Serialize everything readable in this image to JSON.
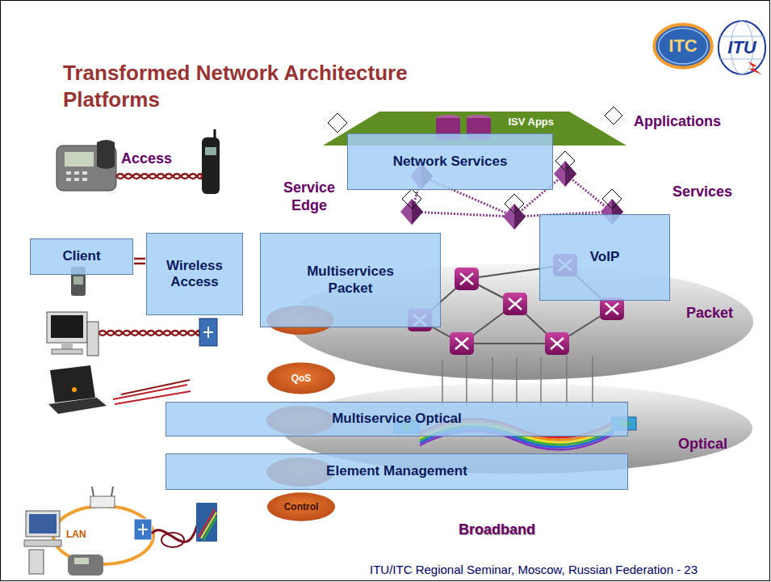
{
  "diagram": {
    "title": "Transformed Network Architecture Platforms",
    "nodes": [
      {
        "text": [
          "ITC"
        ]
      },
      {
        "text": [
          "ITU"
        ]
      },
      {
        "text": [
          "ISV Apps"
        ]
      },
      {
        "text": [
          "Network Services"
        ]
      },
      {
        "text": [
          "Client"
        ]
      },
      {
        "text": [
          "Wireless Access"
        ]
      },
      {
        "text": [
          "Multiservices Packet"
        ]
      },
      {
        "text": [
          "VoIP"
        ]
      },
      {
        "text": [
          "QoS"
        ]
      },
      {
        "text": [
          "Multiservice Optical"
        ]
      },
      {
        "text": [
          "Element Management"
        ]
      },
      {
        "text": [
          "Control"
        ]
      }
    ],
    "labels": [
      "Applications",
      "Access",
      "Service Edge",
      "Services",
      "Packet",
      "Optical",
      "LAN",
      "Broadband",
      "ITU/ITC Regional Seminar, Moscow, Russian Federation - 23"
    ]
  }
}
